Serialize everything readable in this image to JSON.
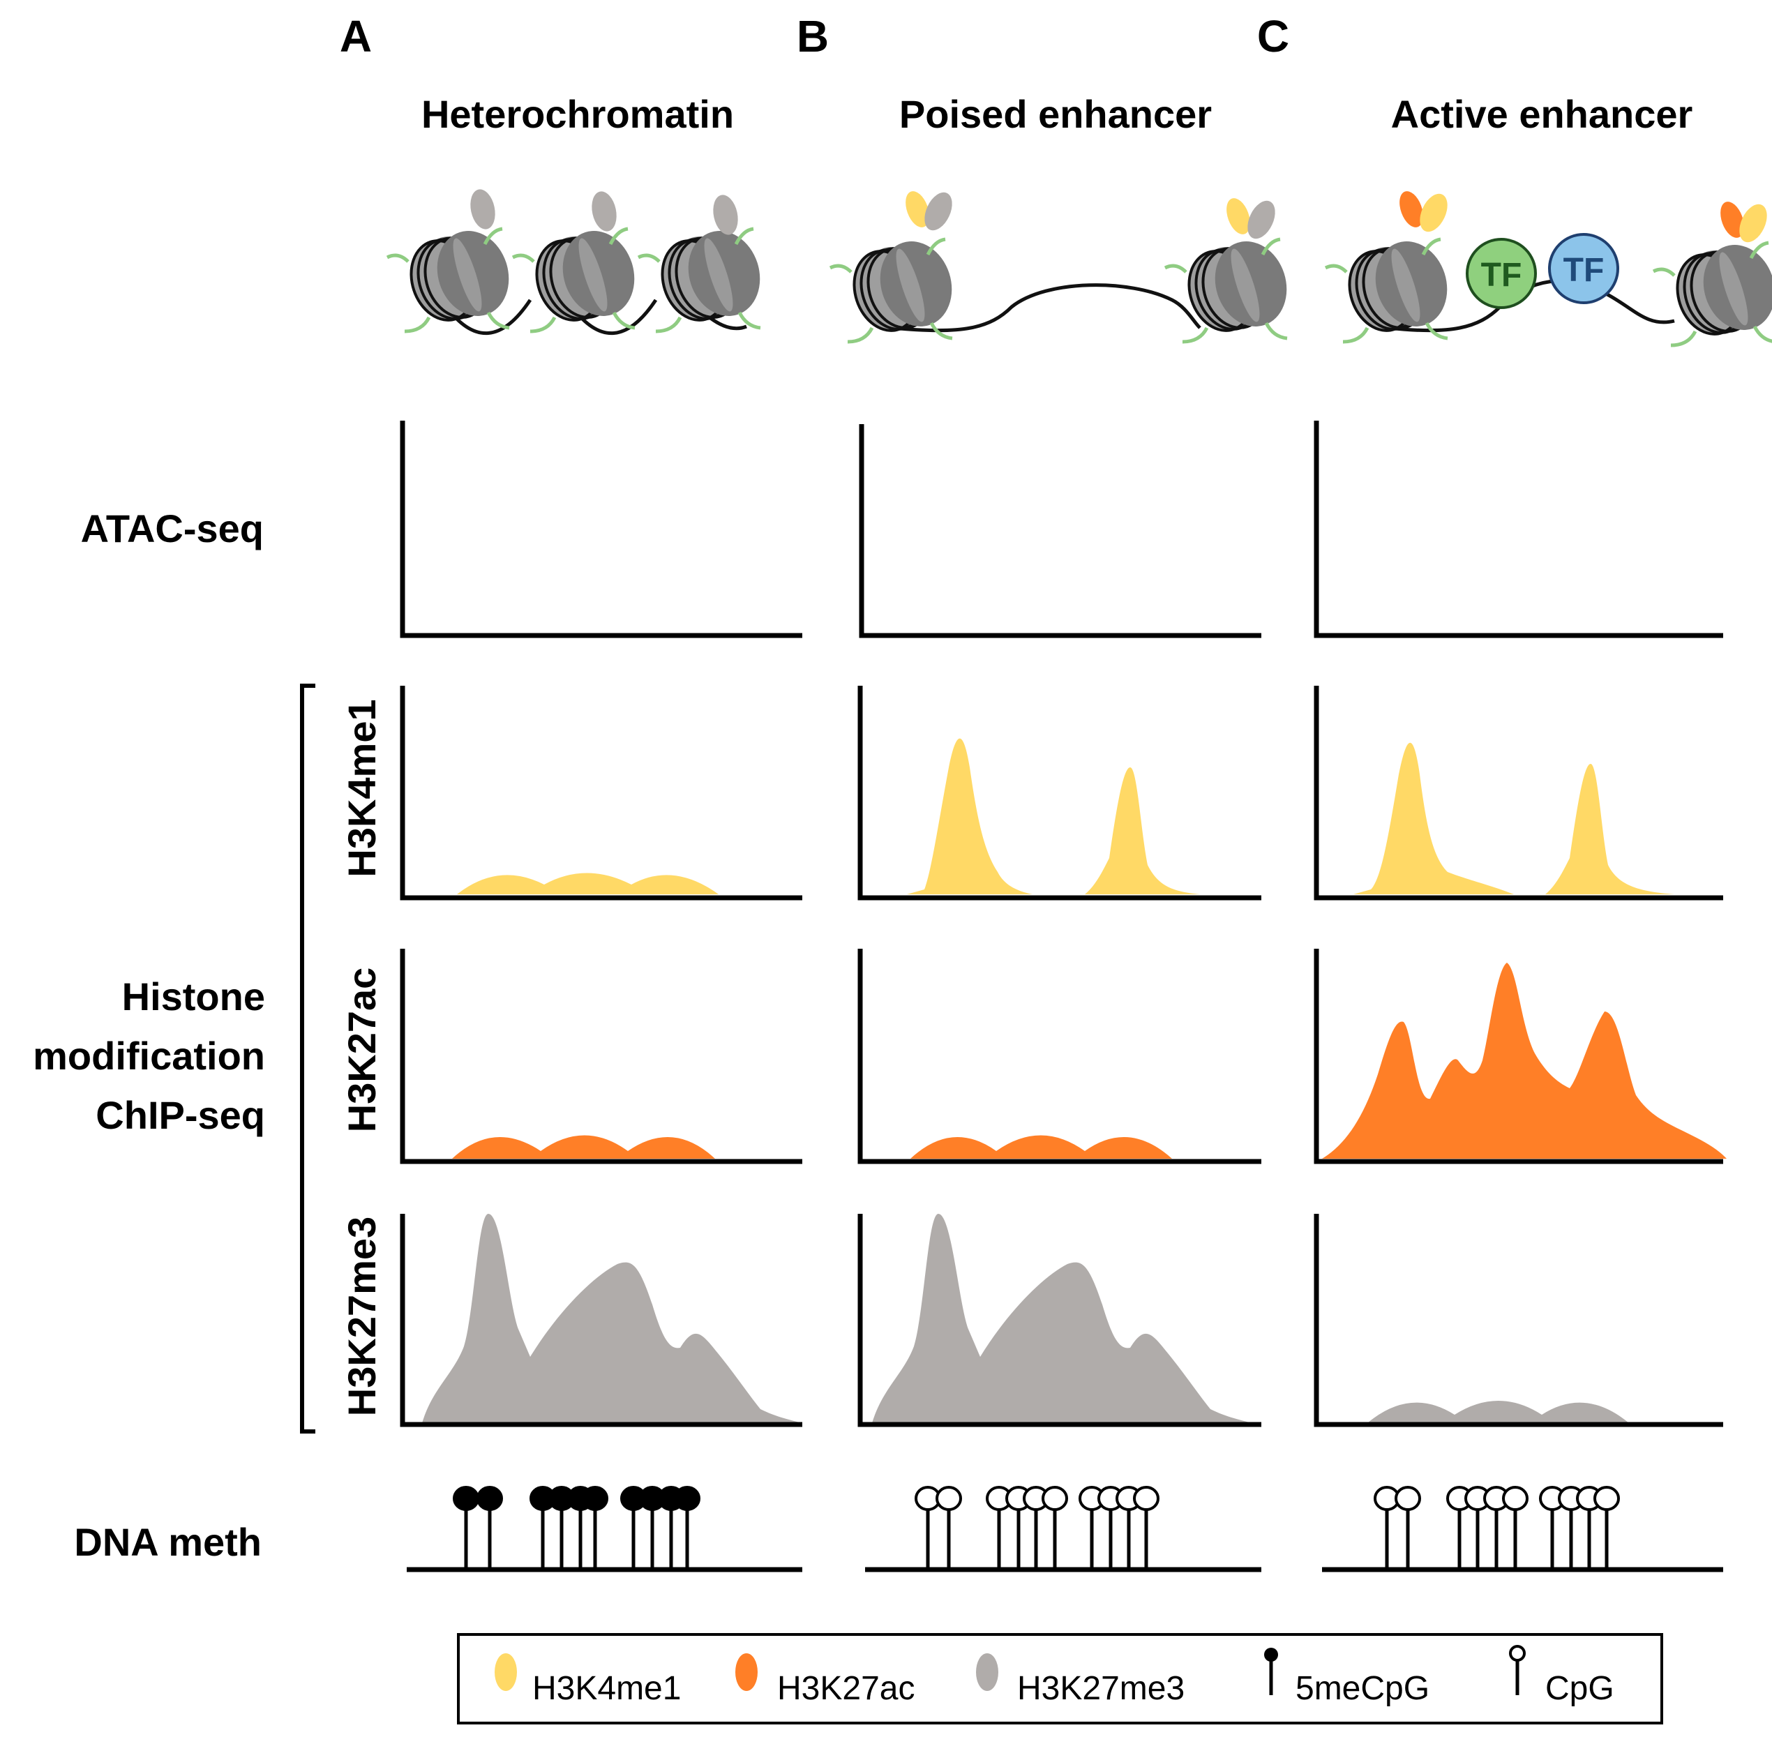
{
  "panels": [
    {
      "letter": "A",
      "title": "Heterochromatin"
    },
    {
      "letter": "B",
      "title": "Poised enhancer"
    },
    {
      "letter": "C",
      "title": "Active enhancer"
    }
  ],
  "row_labels": {
    "atac": "ATAC-seq",
    "histone": [
      "Histone",
      "modification",
      "ChIP-seq"
    ],
    "dna": "DNA meth"
  },
  "tracks": [
    "H3K4me1",
    "H3K27ac",
    "H3K27me3"
  ],
  "tf_label": "TF",
  "legend": {
    "items": [
      {
        "label": "H3K4me1",
        "color": "#ffd966"
      },
      {
        "label": "H3K27ac",
        "color": "#ff7f27"
      },
      {
        "label": "H3K27me3",
        "color": "#b0acaa"
      },
      {
        "label": "5meCpG",
        "color": "#000000"
      },
      {
        "label": "CpG",
        "color": "#ffffff"
      }
    ]
  },
  "colors": {
    "h3k4me1": "#ffd966",
    "h3k27ac": "#ff7f27",
    "h3k27me3": "#b0acaa",
    "tf_green": "#8fd07e",
    "tf_blue": "#8cc4ea",
    "histone_tail": "#8fcc82"
  }
}
